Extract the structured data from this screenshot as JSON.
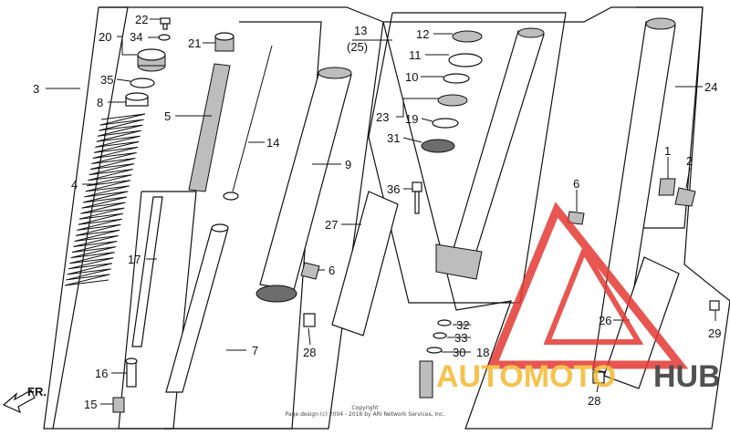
{
  "diagram": {
    "callouts": [
      {
        "id": "c22",
        "text": "22"
      },
      {
        "id": "c20",
        "text": "20"
      },
      {
        "id": "c34",
        "text": "34"
      },
      {
        "id": "c21",
        "text": "21"
      },
      {
        "id": "c3",
        "text": "3"
      },
      {
        "id": "c35",
        "text": "35"
      },
      {
        "id": "c8",
        "text": "8"
      },
      {
        "id": "c5",
        "text": "5"
      },
      {
        "id": "c14",
        "text": "14"
      },
      {
        "id": "c4",
        "text": "4"
      },
      {
        "id": "c17",
        "text": "17"
      },
      {
        "id": "c16",
        "text": "16"
      },
      {
        "id": "c15",
        "text": "15"
      },
      {
        "id": "c7",
        "text": "7"
      },
      {
        "id": "c9",
        "text": "9"
      },
      {
        "id": "c6a",
        "text": "6"
      },
      {
        "id": "c27",
        "text": "27"
      },
      {
        "id": "c28a",
        "text": "28"
      },
      {
        "id": "c13",
        "text": "13"
      },
      {
        "id": "c25",
        "text": "(25)"
      },
      {
        "id": "c12",
        "text": "12"
      },
      {
        "id": "c11",
        "text": "11"
      },
      {
        "id": "c10",
        "text": "10"
      },
      {
        "id": "c23",
        "text": "23"
      },
      {
        "id": "c19",
        "text": "19"
      },
      {
        "id": "c31",
        "text": "31"
      },
      {
        "id": "c36",
        "text": "36"
      },
      {
        "id": "c32",
        "text": "32"
      },
      {
        "id": "c33",
        "text": "33"
      },
      {
        "id": "c30",
        "text": "30"
      },
      {
        "id": "c18",
        "text": "18"
      },
      {
        "id": "c24",
        "text": "24"
      },
      {
        "id": "c1",
        "text": "1"
      },
      {
        "id": "c2",
        "text": "2"
      },
      {
        "id": "c6b",
        "text": "6"
      },
      {
        "id": "c26",
        "text": "26"
      },
      {
        "id": "c29",
        "text": "29"
      },
      {
        "id": "c28b",
        "text": "28"
      }
    ],
    "direction_label": "FR.",
    "copyright_line1": "Copyright",
    "copyright_line2": "Page design (c) 2004 - 2016 by ARI Network Services, Inc.",
    "watermark": {
      "text_a": "AUTOMOTO",
      "text_b": "HUB",
      "color_a": "#f5b82e",
      "color_b": "#333333",
      "logo_color": "#e53935"
    }
  }
}
